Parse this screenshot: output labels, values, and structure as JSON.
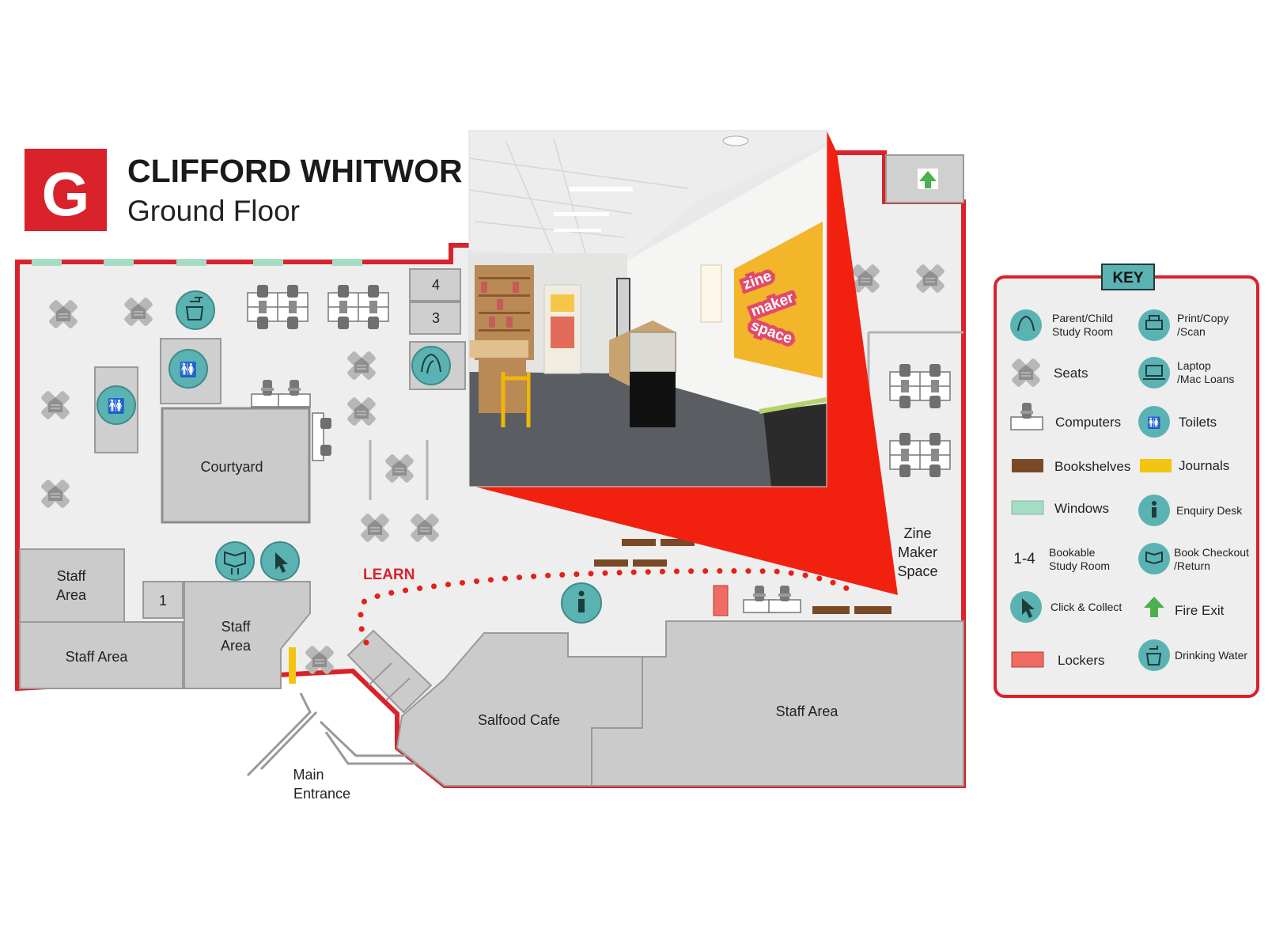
{
  "header": {
    "badge_letter": "G",
    "building": "CLIFFORD WHITWOR",
    "floor": "Ground Floor"
  },
  "map": {
    "labels": {
      "courtyard": "Courtyard",
      "staff_area_1": [
        "Staff",
        "Area"
      ],
      "staff_area_2": "Staff Area",
      "staff_area_3": [
        "Staff",
        "Area"
      ],
      "staff_area_4": "Staff Area",
      "salford_cafe": "Salfood Cafe",
      "main_entrance": [
        "Main",
        "Entrance"
      ],
      "zine_maker_space": [
        "Zine",
        "Maker",
        "Space"
      ],
      "learn": "LEARN"
    },
    "study_rooms": [
      "1",
      "3",
      "4"
    ]
  },
  "photo": {
    "wall_sign": [
      "zine",
      "maker",
      "space"
    ]
  },
  "key": {
    "title": "KEY",
    "items": [
      {
        "icon": "parent-child-icon",
        "label": [
          "Parent/Child",
          "Study Room"
        ]
      },
      {
        "icon": "printer-icon",
        "label": [
          "Print/Copy",
          "/Scan"
        ]
      },
      {
        "icon": "seat-icon",
        "label": [
          "Seats"
        ]
      },
      {
        "icon": "laptop-icon",
        "label": [
          "Laptop",
          "/Mac Loans"
        ]
      },
      {
        "icon": "computer-icon",
        "label": [
          "Computers"
        ]
      },
      {
        "icon": "toilets-icon",
        "label": [
          "Toilets"
        ]
      },
      {
        "icon": "bookshelf-swatch",
        "label": [
          "Bookshelves"
        ]
      },
      {
        "icon": "journals-swatch",
        "label": [
          "Journals"
        ]
      },
      {
        "icon": "window-swatch",
        "label": [
          "Windows"
        ]
      },
      {
        "icon": "info-icon",
        "label": [
          "Enquiry Desk"
        ]
      },
      {
        "icon": "bookable-text",
        "label": [
          "Bookable",
          "Study Room"
        ],
        "marker": "1-4"
      },
      {
        "icon": "book-checkout-icon",
        "label": [
          "Book Checkout",
          "/Return"
        ]
      },
      {
        "icon": "cursor-icon",
        "label": [
          "Click & Collect"
        ]
      },
      {
        "icon": "fire-exit-icon",
        "label": [
          "Fire Exit"
        ]
      },
      {
        "icon": "locker-swatch",
        "label": [
          "Lockers"
        ]
      },
      {
        "icon": "water-tap-icon",
        "label": [
          "Drinking Water"
        ]
      }
    ]
  },
  "colors": {
    "brand_red": "#d9222a",
    "room_grey": "#c9c9c9",
    "floor_grey": "#eeeeee",
    "icon_teal": "#5ab3b2",
    "bookshelf": "#7a4a26",
    "journals": "#f2c511",
    "windows": "#a7dcc4",
    "lockers": "#ef6b63",
    "fire_exit": "#4caf50"
  }
}
